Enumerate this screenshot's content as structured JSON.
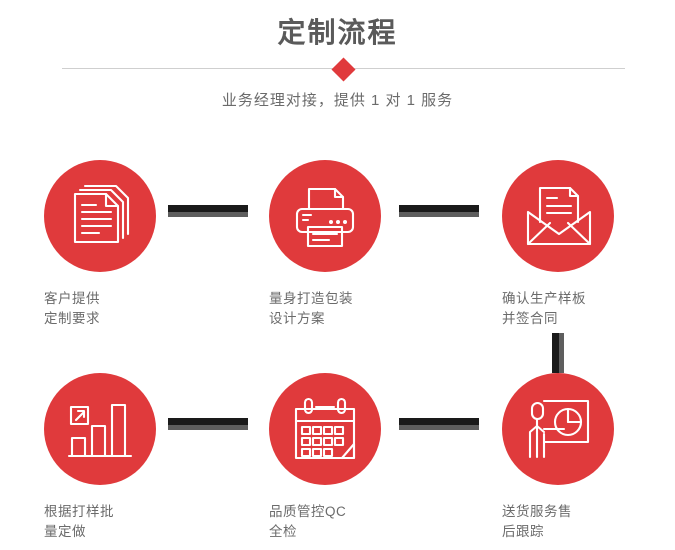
{
  "header": {
    "title": "定制流程",
    "subtitle": "业务经理对接，提供 1 对 1 服务",
    "divider_icon": "diamond-icon"
  },
  "theme": {
    "accent_red": "#e03a3c",
    "connector_dark": "#1a1a1a",
    "connector_gray": "#5e5e5e",
    "title_color": "#5a5a5a",
    "label_color": "#6b6b6b",
    "divider_line_color": "#cfcfcf",
    "background": "#ffffff"
  },
  "steps": [
    {
      "id": 1,
      "icon": "documents-stack-icon",
      "label": "客户提供\n定制要求"
    },
    {
      "id": 2,
      "icon": "printer-icon",
      "label": "量身打造包装\n设计方案"
    },
    {
      "id": 3,
      "icon": "open-envelope-icon",
      "label": "确认生产样板\n并签合同"
    },
    {
      "id": 4,
      "icon": "bar-chart-growth-icon",
      "label": "根据打样批\n量定做"
    },
    {
      "id": 5,
      "icon": "calendar-icon",
      "label": "品质管控QC\n全检"
    },
    {
      "id": 6,
      "icon": "presentation-person-pie-chart-icon",
      "label": "送货服务售\n后跟踪"
    }
  ],
  "connectors": [
    {
      "id": "conn-1-2",
      "orientation": "horizontal",
      "from": 1,
      "to": 2
    },
    {
      "id": "conn-2-3",
      "orientation": "horizontal",
      "from": 2,
      "to": 3
    },
    {
      "id": "conn-3-6",
      "orientation": "vertical",
      "from": 3,
      "to": 6
    },
    {
      "id": "conn-4-5",
      "orientation": "horizontal",
      "from": 4,
      "to": 5
    },
    {
      "id": "conn-5-6",
      "orientation": "horizontal",
      "from": 5,
      "to": 6
    }
  ]
}
